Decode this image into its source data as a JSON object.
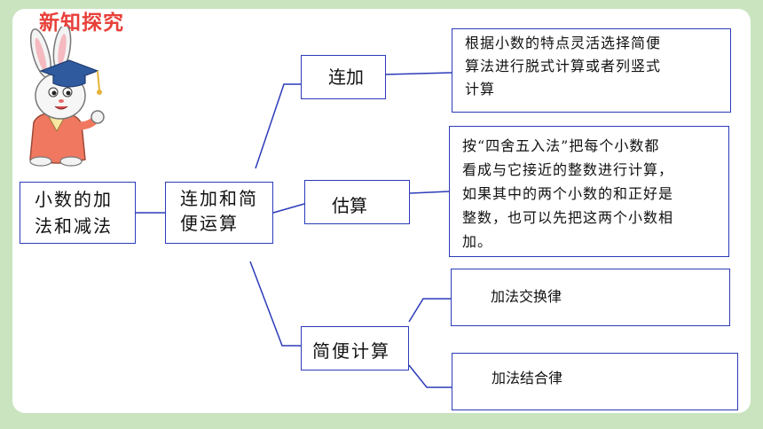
{
  "header": {
    "title": "新知探究"
  },
  "root": {
    "line1": "小数的加",
    "line2": "法和减法"
  },
  "middle": {
    "line1": "连加和简",
    "line2": "便运算"
  },
  "branches": {
    "lianjia": "连加",
    "gusuan": "估算",
    "jianbian": "简便计算"
  },
  "details": {
    "lianjia": [
      "根据小数的特点灵活选择简便",
      "算法进行脱式计算或者列竖式",
      "计算"
    ],
    "gusuan": [
      "按“四舍五入法”把每个小数都",
      "看成与它接近的整数进行计算，",
      "如果其中的两个小数的和正好是",
      "整数，也可以先把这两个小数相",
      "加。"
    ],
    "jiaohuan": "加法交换律",
    "jiehe": "加法结合律"
  },
  "colors": {
    "line": "#2b3bb8",
    "title": "#e8403a",
    "background": "#c9e4bf"
  }
}
